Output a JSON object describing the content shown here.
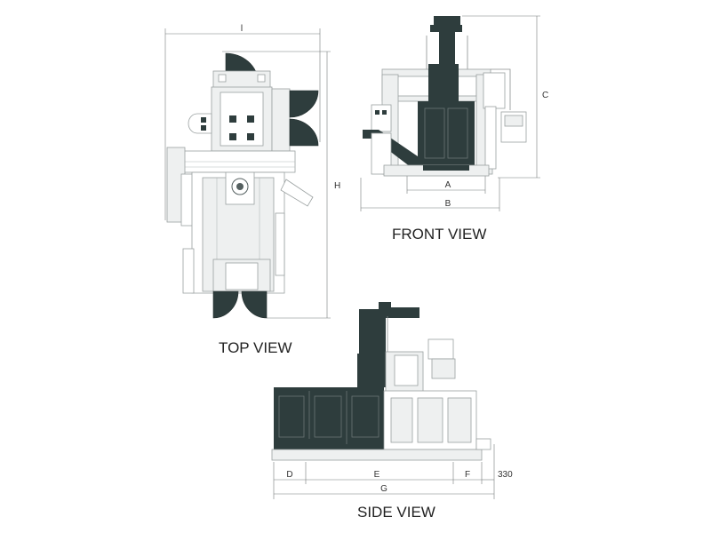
{
  "views": {
    "top": {
      "title": "TOP VIEW"
    },
    "front": {
      "title": "FRONT VIEW"
    },
    "side": {
      "title": "SIDE VIEW"
    }
  },
  "dimensions": {
    "l": "l",
    "h": "H",
    "a": "A",
    "b": "B",
    "c": "C",
    "d": "D",
    "e": "E",
    "f": "F",
    "g": "G",
    "offset_330": "330"
  },
  "colors": {
    "machine_dark": "#2e3d3d",
    "outline": "#8a8f8f",
    "panel_light": "#eef0f0"
  }
}
